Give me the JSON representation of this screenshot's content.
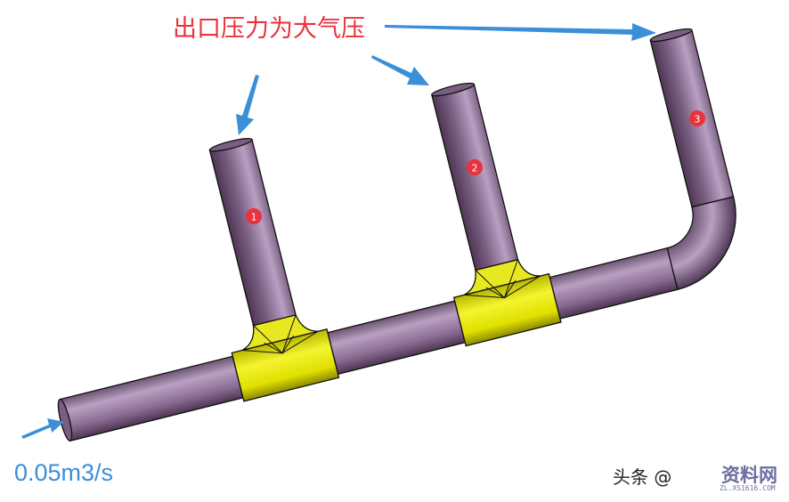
{
  "annotation": {
    "title": "出口压力为大气压",
    "inlet_flow": "0.05m3/s"
  },
  "outlets": [
    {
      "label": "1"
    },
    {
      "label": "2"
    },
    {
      "label": "3"
    }
  ],
  "watermark": {
    "text": "头条 @",
    "logo": "资料网",
    "url": "ZL.XS1616.COM"
  },
  "colors": {
    "pipe": "#8c6a93",
    "tee": "#e6e600",
    "arrow": "#3a8fd8",
    "title": "#e8323c",
    "marker": "#e8323c"
  }
}
